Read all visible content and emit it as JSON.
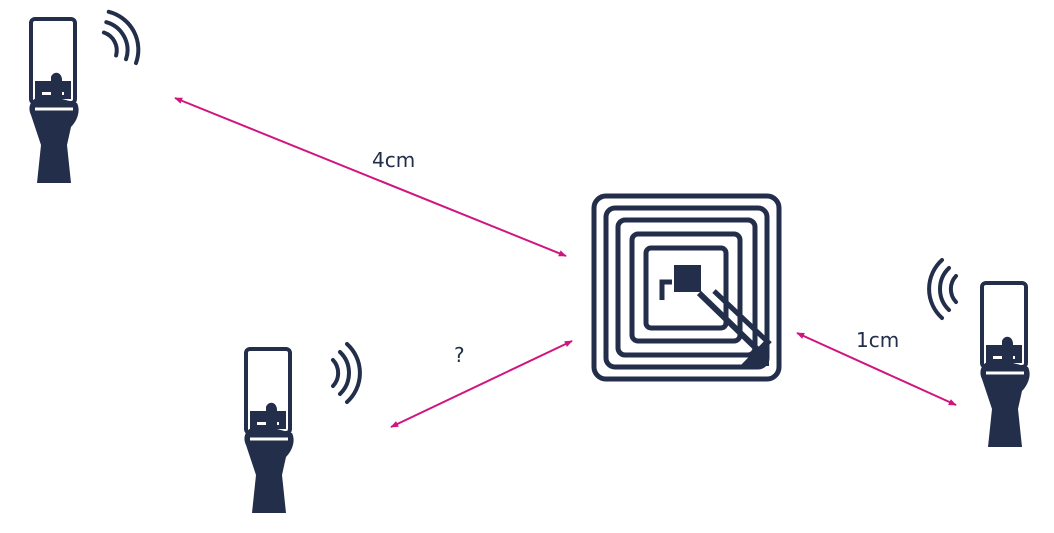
{
  "colors": {
    "ink": "#232e4a",
    "arrow": "#d0157f",
    "background": "#ffffff"
  },
  "icons": [
    "phone-in-hand-icon",
    "wireless-signal-icon",
    "nfc-tag-antenna-icon",
    "double-headed-arrow"
  ],
  "diagram": {
    "nodes": [
      "phone-top-left",
      "phone-bottom-left",
      "nfc-tag",
      "phone-right"
    ],
    "edges": [
      {
        "from": "phone-top-left",
        "to": "nfc-tag",
        "label": "4cm"
      },
      {
        "from": "phone-bottom-left",
        "to": "nfc-tag",
        "label": "?"
      },
      {
        "from": "phone-right",
        "to": "nfc-tag",
        "label": "1cm"
      }
    ]
  }
}
